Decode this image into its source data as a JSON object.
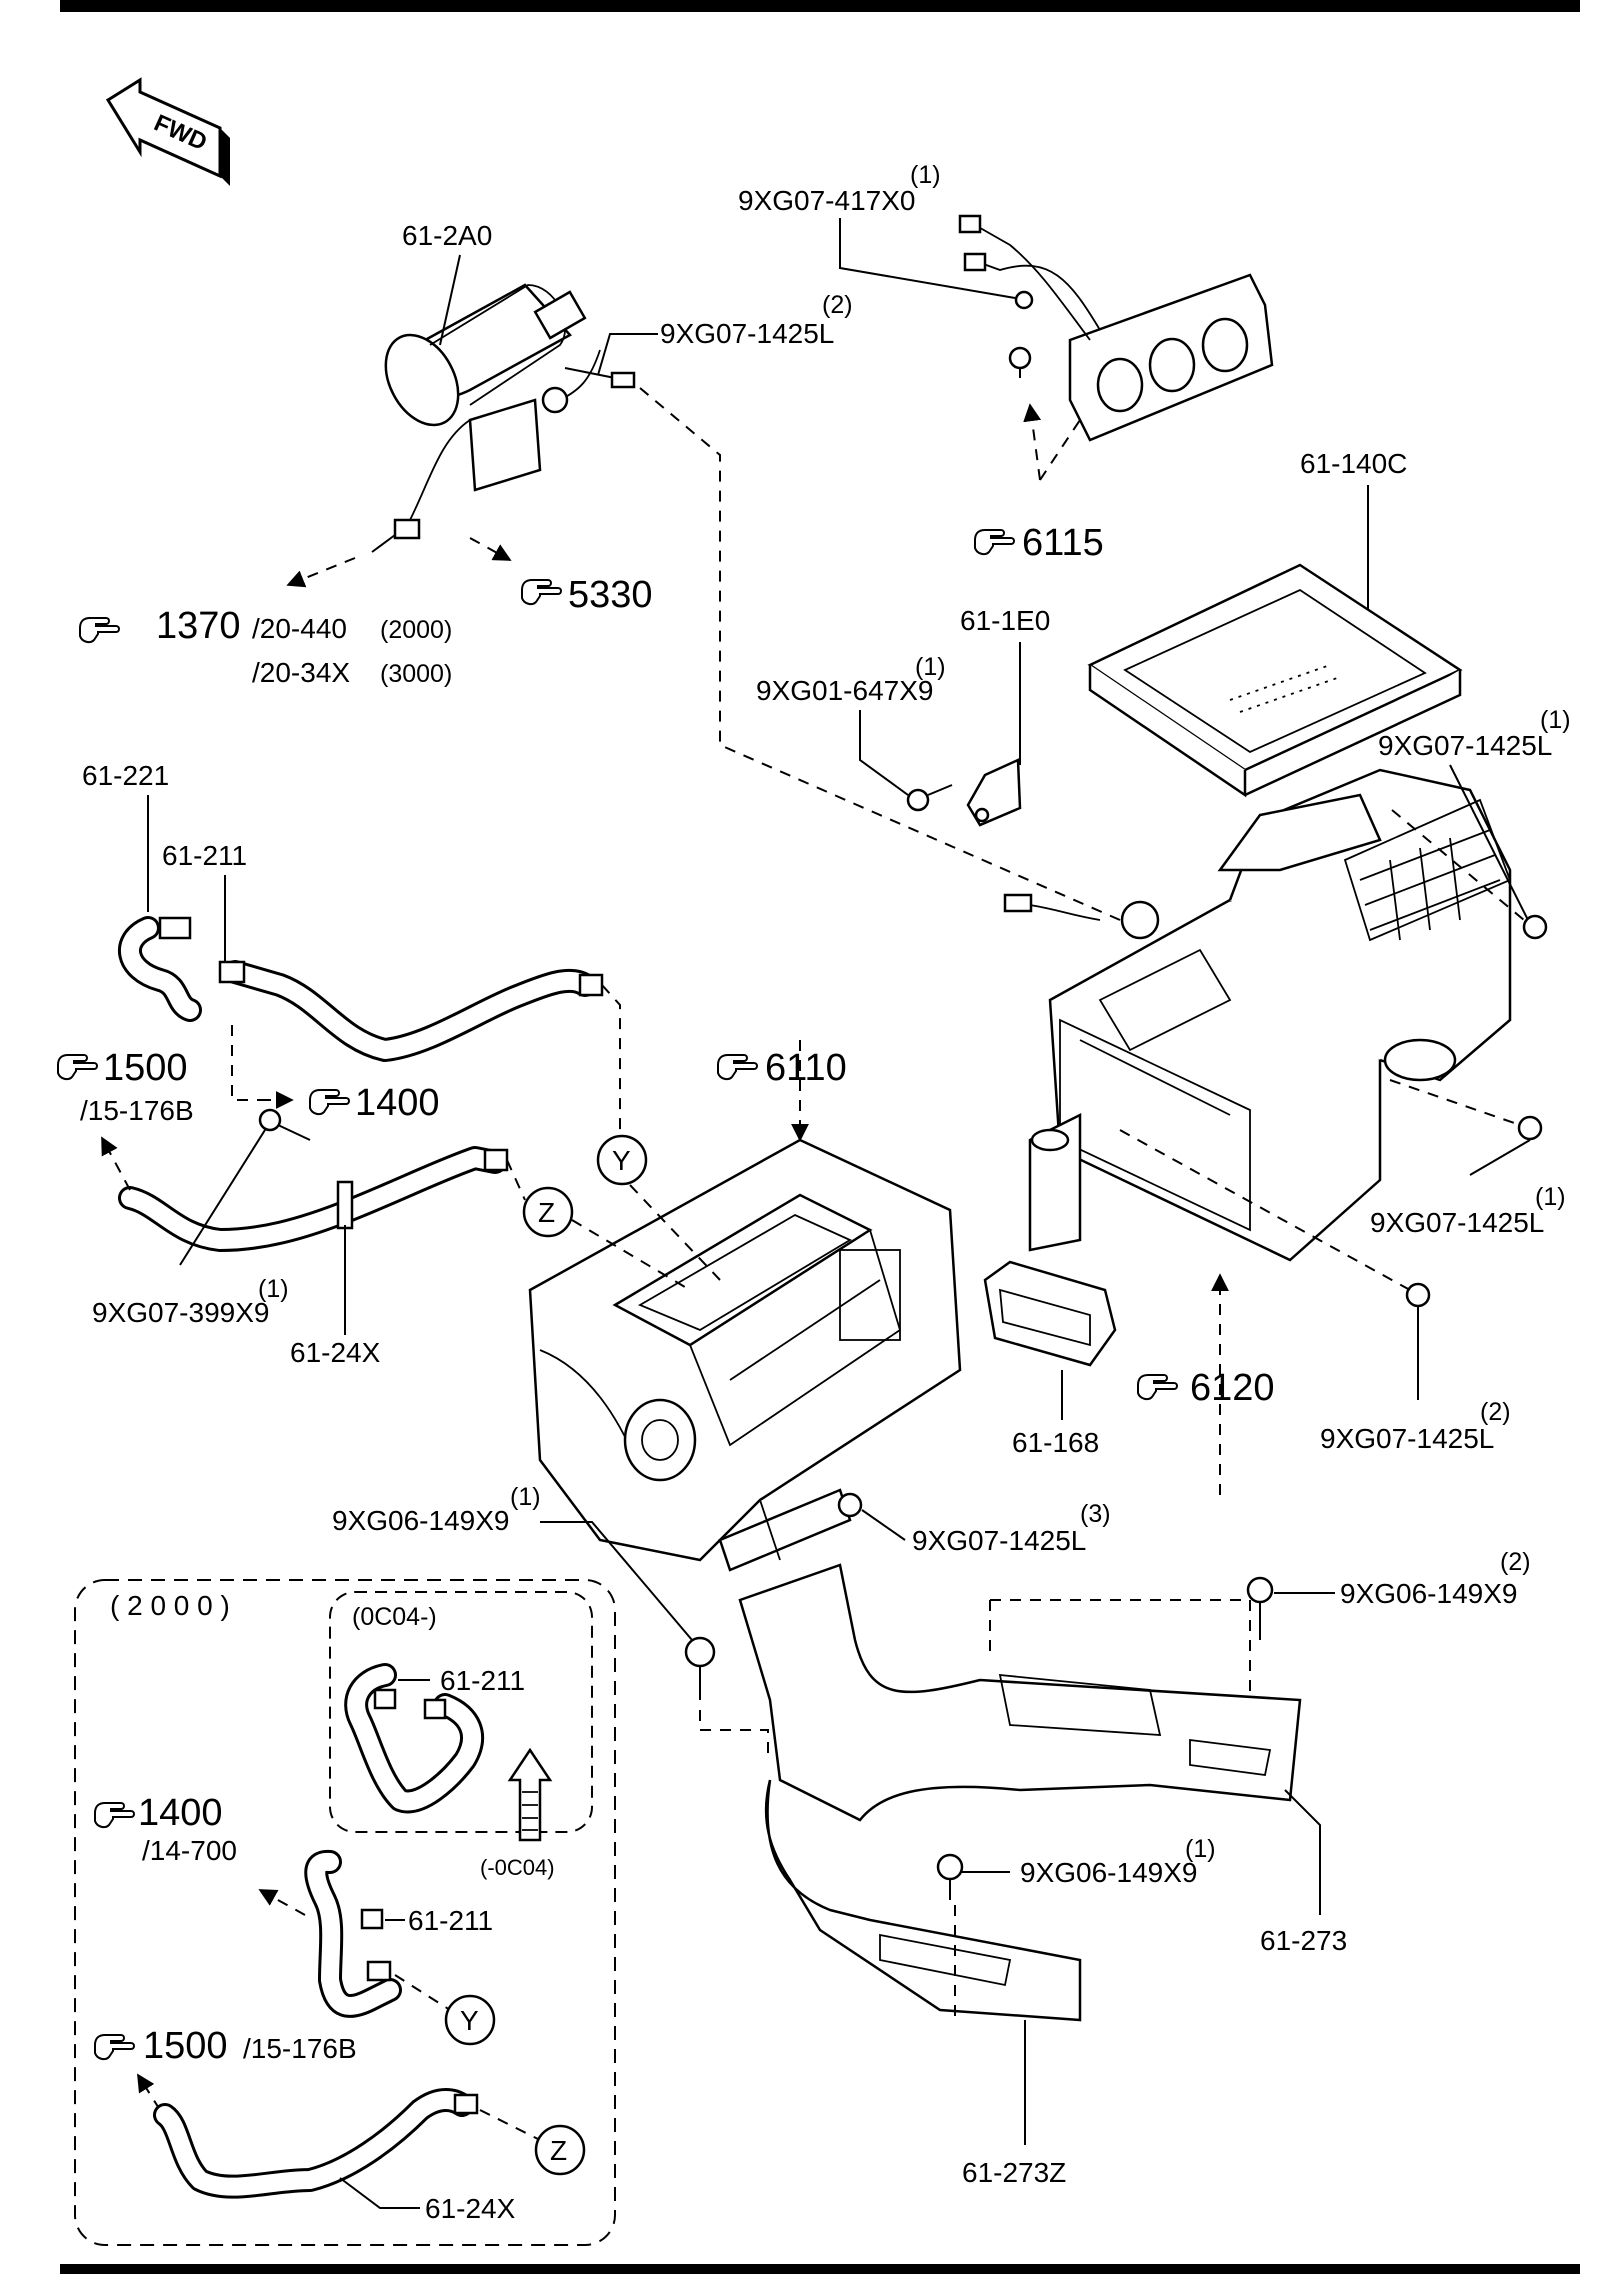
{
  "fwd_label": "FWD",
  "parts": {
    "p_2A0": "61-2A0",
    "p_140C": "61-140C",
    "p_1E0": "61-1E0",
    "p_221": "61-221",
    "p_211": "61-211",
    "p_24X": "61-24X",
    "p_168": "61-168",
    "p_273": "61-273",
    "p_273Z": "61-273Z",
    "inset_211a": "61-211",
    "inset_211b": "61-211",
    "inset_24X": "61-24X"
  },
  "fasteners": {
    "f1": {
      "qty": "(1)",
      "code": "9XG07-417X0"
    },
    "f2": {
      "qty": "(2)",
      "code": "9XG07-1425L"
    },
    "f3": {
      "qty": "(1)",
      "code": "9XG01-647X9"
    },
    "f4": {
      "qty": "(1)",
      "code": "9XG07-1425L"
    },
    "f5": {
      "qty": "(1)",
      "code": "9XG07-1425L"
    },
    "f6": {
      "qty": "(2)",
      "code": "9XG07-1425L"
    },
    "f7": {
      "qty": "(1)",
      "code": "9XG07-399X9"
    },
    "f8": {
      "qty": "(1)",
      "code": "9XG06-149X9"
    },
    "f9": {
      "qty": "(3)",
      "code": "9XG07-1425L"
    },
    "f10": {
      "qty": "(2)",
      "code": "9XG06-149X9"
    },
    "f11": {
      "qty": "(1)",
      "code": "9XG06-149X9"
    }
  },
  "refs": {
    "r6115": "6115",
    "r5330": "5330",
    "r1370": "1370",
    "r1370_sub1": "/20-440",
    "r1370_sub1_note": "(2000)",
    "r1370_sub2": "/20-34X",
    "r1370_sub2_note": "(3000)",
    "r1500": "1500",
    "r1500_sub": "/15-176B",
    "r1400": "1400",
    "r6110": "6110",
    "r6120": "6120",
    "inset_1400": "1400",
    "inset_1400_sub": "/14-700",
    "inset_1500": "1500",
    "inset_1500_sub": "/15-176B"
  },
  "connectors": {
    "Y": "Y",
    "Z": "Z",
    "Y_inset": "Y",
    "Z_inset": "Z"
  },
  "inset": {
    "title": "( 2 0 0 0 )",
    "sub_title": "(0C04-)",
    "arrow_note": "(-0C04)"
  }
}
